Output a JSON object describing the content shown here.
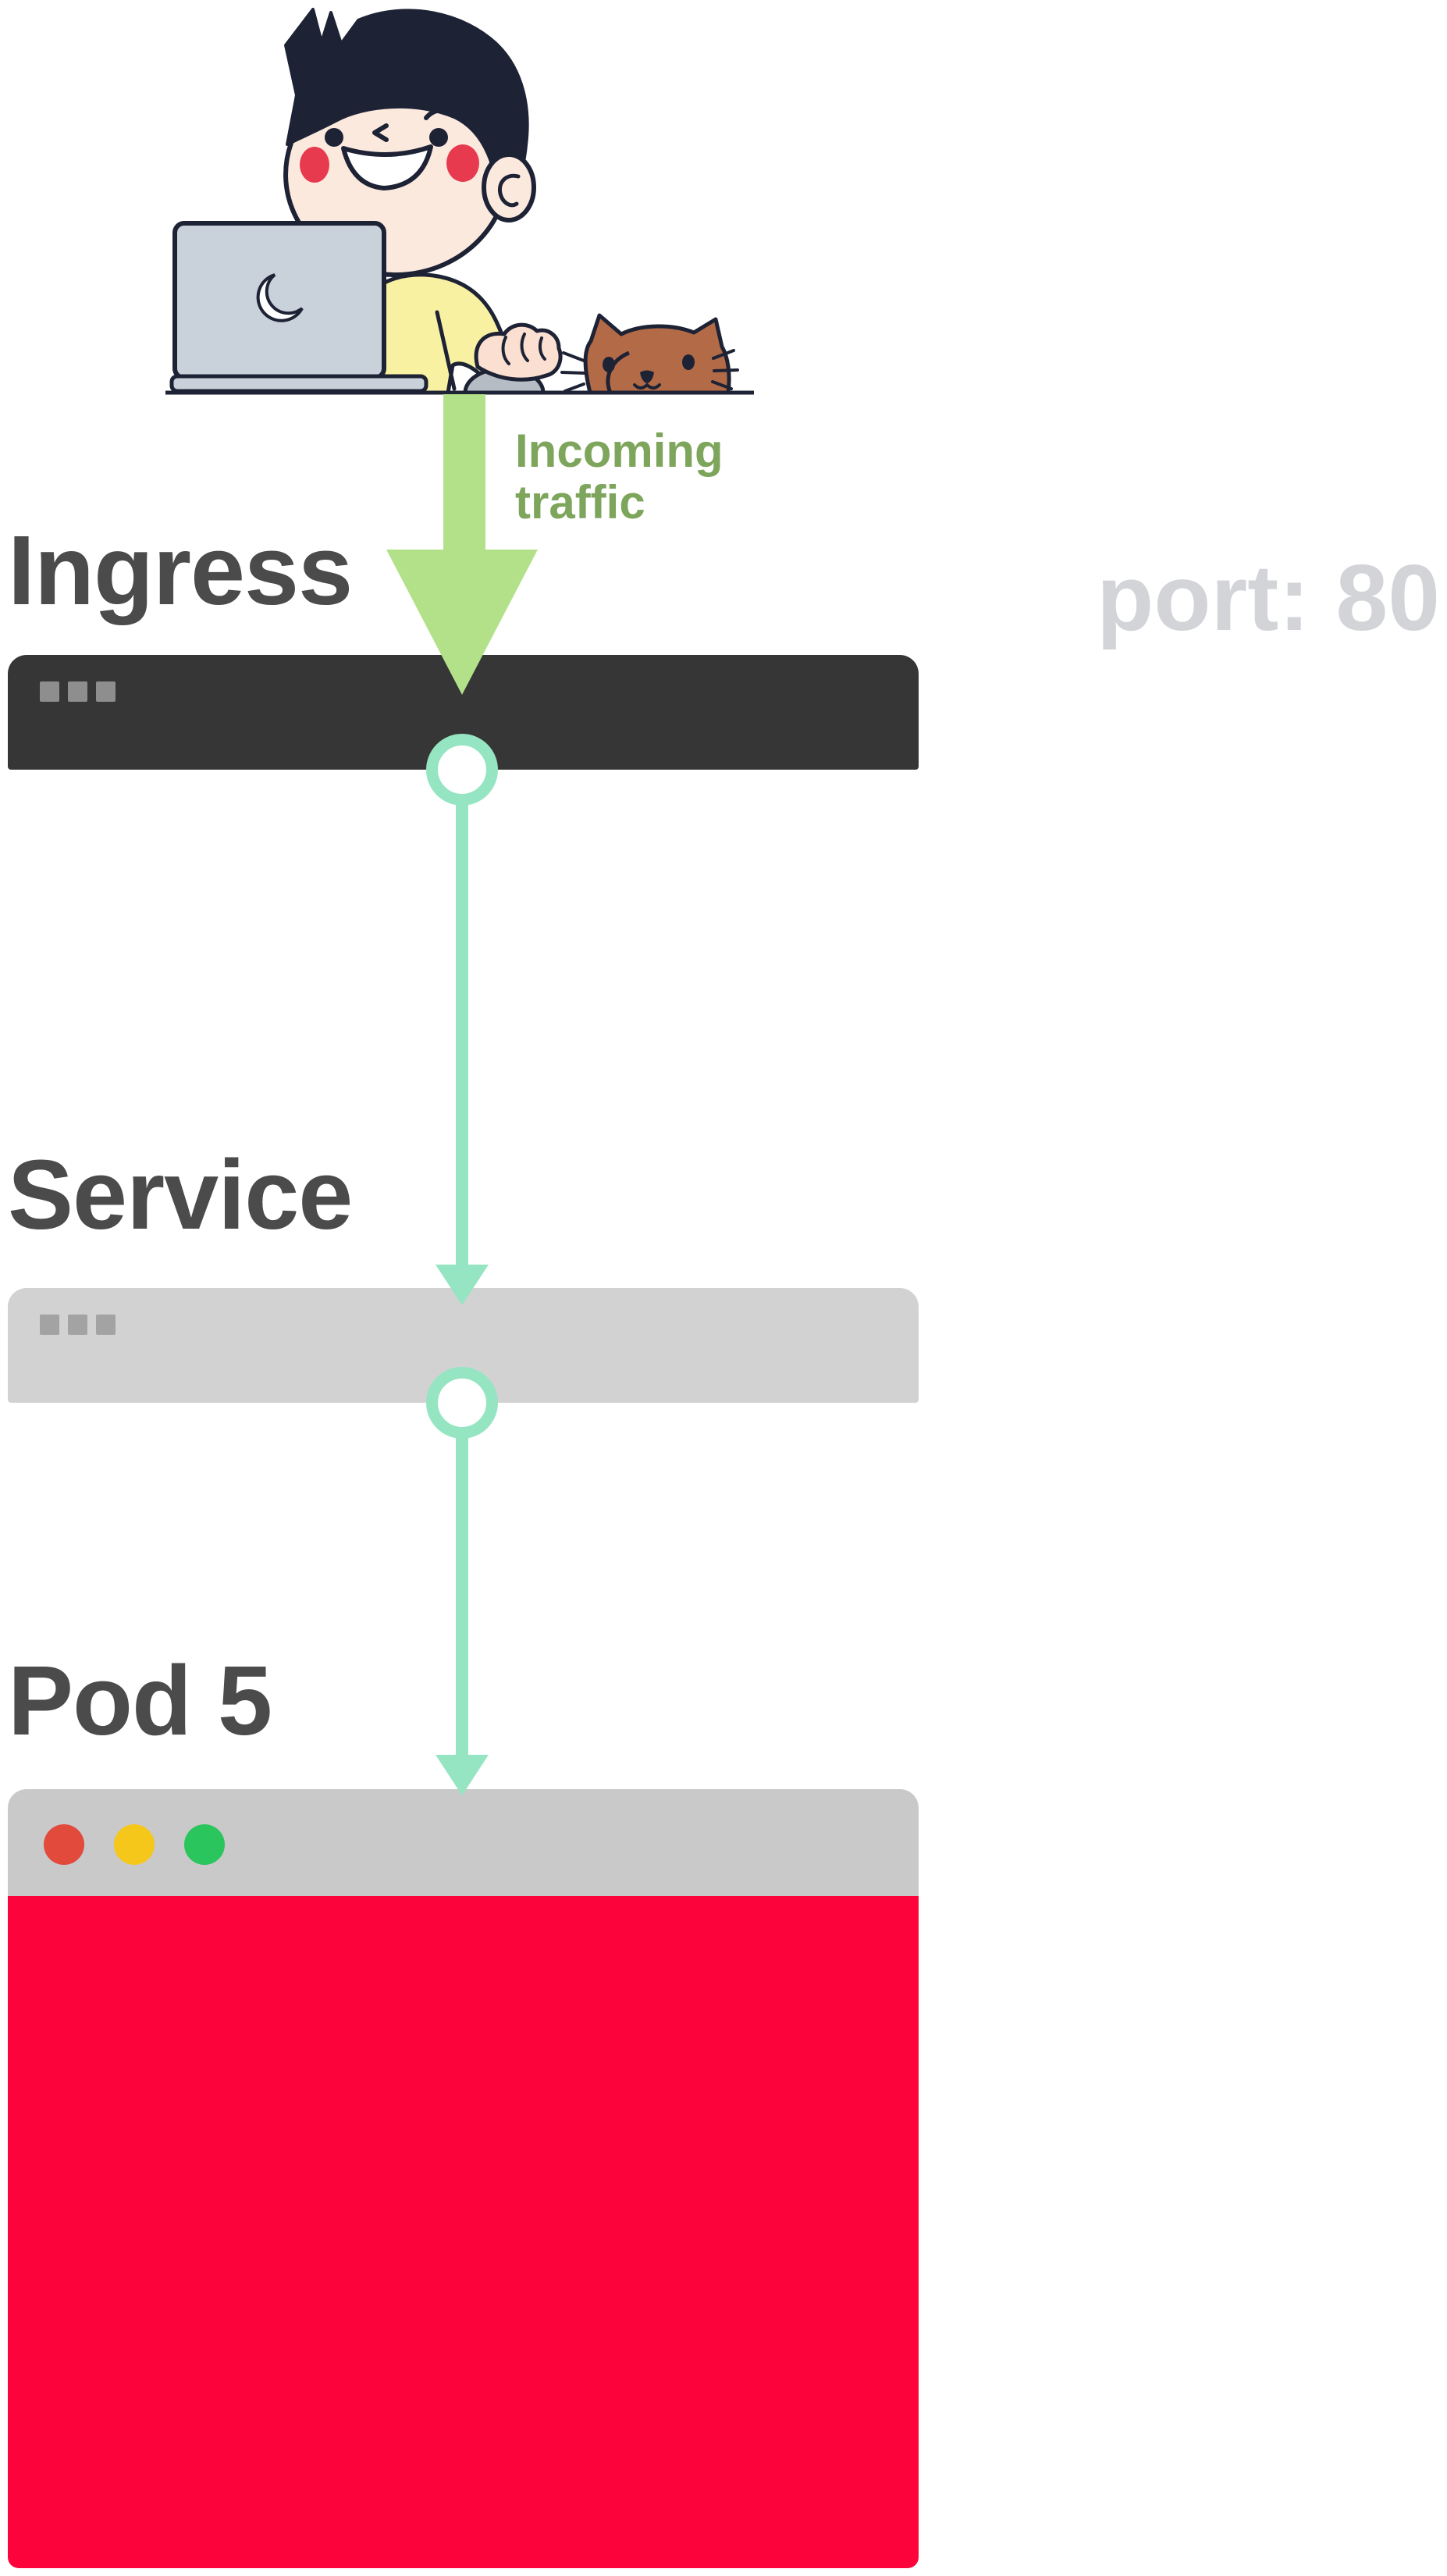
{
  "scene": {
    "title": "Kubernetes ingress traffic flow diagram",
    "illustration": "person-at-laptop-with-cat"
  },
  "incoming_traffic": {
    "line1": "Incoming",
    "line2": "traffic"
  },
  "port_label": "port: 80",
  "nodes": {
    "ingress": {
      "label": "Ingress",
      "bar_color": "#363636",
      "dots_color": "#8e8e8e"
    },
    "service": {
      "label": "Service",
      "bar_color": "#d2d2d2",
      "dots_color": "#a3a3a3"
    },
    "pod": {
      "label": "Pod 5",
      "header_color": "#c9c9c9",
      "body_color": "#fc033c",
      "traffic_lights": [
        "#e24a3c",
        "#f5c71b",
        "#2bc55e"
      ]
    }
  },
  "colors": {
    "arrow_green": "#b3e18a",
    "incoming_text_green": "#7da55b",
    "connector_mint": "#95e5c2",
    "section_label_gray": "#4b4b4b",
    "port_label_gray": "#d3d4d8",
    "outline_navy": "#1d2235",
    "skin": "#fce9dd",
    "cheek_red": "#e73a4e",
    "shirt_yellow": "#f9f1a2",
    "laptop_gray": "#c9d1da",
    "cat_brown": "#b26b46"
  }
}
